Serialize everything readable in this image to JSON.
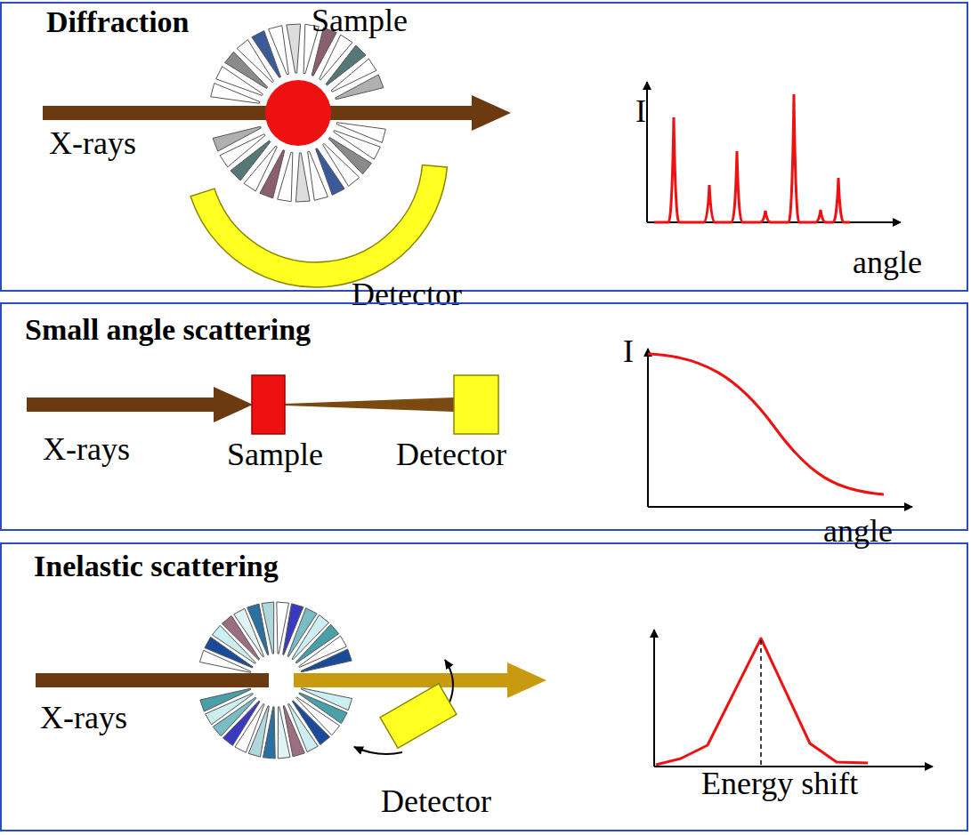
{
  "diagram": {
    "nodes": [
      {
        "text": [
          "Diffraction"
        ]
      },
      {
        "text": [
          "Sample"
        ],
        "in": 0
      },
      {
        "text": [
          "Detector"
        ],
        "in": 0
      },
      {
        "text": [
          "Small angle scattering"
        ]
      },
      {
        "text": [
          "Sample"
        ],
        "in": 3
      },
      {
        "text": [
          "Detector"
        ],
        "in": 3
      },
      {
        "text": [
          "Inelastic scattering"
        ]
      },
      {
        "text": [
          "Detector"
        ],
        "in": 6
      }
    ],
    "edges": [
      {
        "from": 4,
        "to": 5,
        "arrow": "none"
      }
    ],
    "labels": [
      "X-rays",
      "I",
      "angle",
      "X-rays",
      "I",
      "angle",
      "X-rays",
      "Energy shift"
    ]
  }
}
